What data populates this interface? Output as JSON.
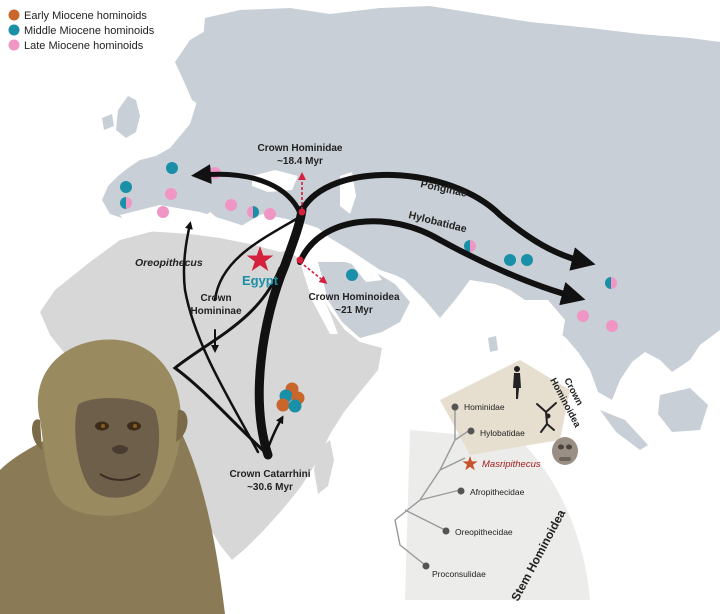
{
  "legend": {
    "items": [
      {
        "label": "Early Miocene hominoids",
        "color": "#c8662c"
      },
      {
        "label": "Middle Miocene hominoids",
        "color": "#1a8fa8"
      },
      {
        "label": "Late Miocene hominoids",
        "color": "#f096c4"
      }
    ]
  },
  "colors": {
    "land": "#c9cfd6",
    "africa_land": "#d7d7d7",
    "water": "#ffffff",
    "arrow": "#111111",
    "dotted_arrow": "#d4213d",
    "star": "#d4213d",
    "egypt_text": "#1a8fa8",
    "masripithecus_text": "#a02020"
  },
  "labels": {
    "crown_hominidae": "Crown Hominidae",
    "crown_hominidae_age": "~18.4 Myr",
    "ponginae": "Ponginae",
    "hylobatidae": "Hylobatidae",
    "oreopithecus": "Oreopithecus",
    "egypt": "Egypt",
    "crown_homininae_1": "Crown",
    "crown_homininae_2": "Homininae",
    "crown_hominoidea": "Crown Hominoidea",
    "crown_hominoidea_age": "~21 Myr",
    "crown_catarrhini": "Crown Catarrhini",
    "crown_catarrhini_age": "~30.6 Myr"
  },
  "tree": {
    "crown_title_1": "Crown",
    "crown_title_2": "Hominoidea",
    "stem_title": "Stem Hominoidea",
    "taxa": {
      "hominidae": "Hominidae",
      "hylobatidae": "Hylobatidae",
      "masripithecus": "Masripithecus",
      "afropithecidae": "Afropithecidae",
      "oreopithecidae": "Oreopithecidae",
      "proconsulidae": "Proconsulidae"
    }
  }
}
